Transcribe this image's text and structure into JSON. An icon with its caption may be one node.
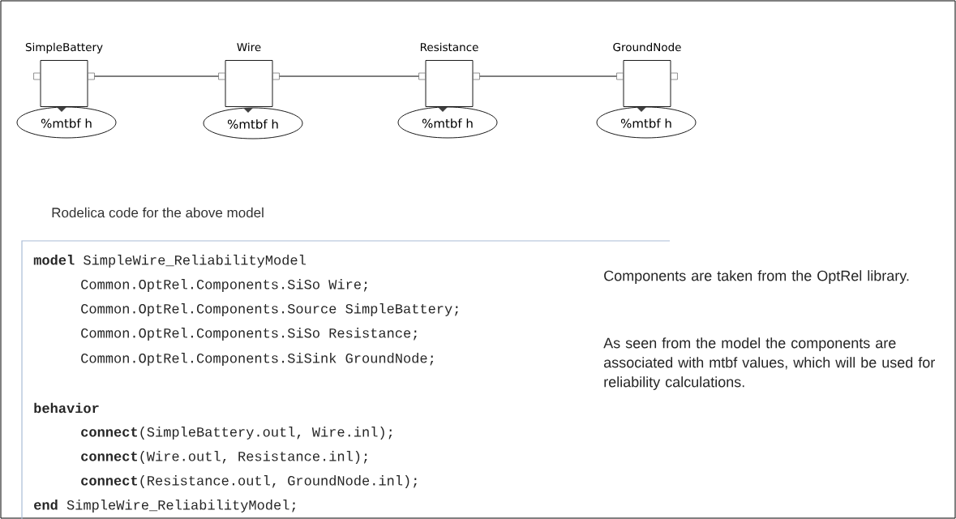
{
  "diagram": {
    "nodes": [
      {
        "text": [
          "SimpleBattery"
        ]
      },
      {
        "text": [
          "Wire"
        ]
      },
      {
        "text": [
          "Resistance"
        ]
      },
      {
        "text": [
          "GroundNode"
        ]
      },
      {
        "text": [
          "%mtbf h"
        ]
      },
      {
        "text": [
          "%mtbf h"
        ]
      },
      {
        "text": [
          "%mtbf h"
        ]
      },
      {
        "text": [
          "%mtbf h"
        ]
      }
    ],
    "edges": [
      {
        "from": 0,
        "to": 1,
        "arrow": "none"
      },
      {
        "from": 1,
        "to": 2,
        "arrow": "none"
      },
      {
        "from": 2,
        "to": 3,
        "arrow": "none"
      }
    ],
    "labels": [
      "Rodelica code for the above model",
      "**model** SimpleWire_ReliabilityModel",
      "Common.OptRel.Components.SiSo Wire;",
      "Common.OptRel.Components.Source SimpleBattery;",
      "Common.OptRel.Components.SiSo Resistance;",
      "Common.OptRel.Components.SiSink GroundNode;",
      "**behavior**",
      "**connect**(SimpleBattery.outl, Wire.inl);",
      "**connect**(Wire.outl, Resistance.inl);",
      "**connect**(Resistance.outl, GroundNode.inl);",
      "**end** SimpleWire_ReliabilityModel;",
      "Components are taken from the OptRel library.",
      "As seen from the model the components are associated with mtbf values, which will be used for reliability calculations."
    ]
  }
}
